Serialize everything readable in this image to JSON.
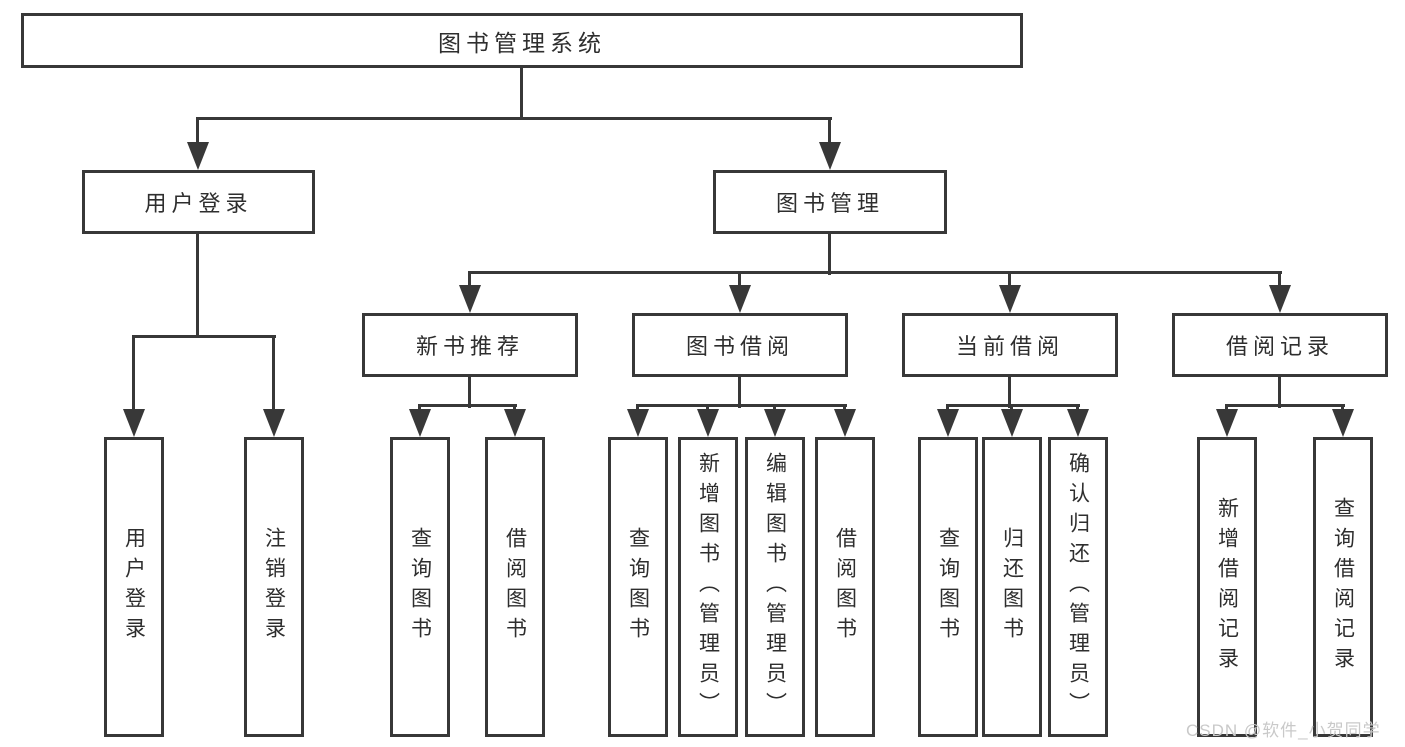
{
  "tree": {
    "root": "图书管理系统",
    "children": [
      {
        "label": "用户登录",
        "children": [
          {
            "label": "用户登录"
          },
          {
            "label": "注销登录"
          }
        ]
      },
      {
        "label": "图书管理",
        "children": [
          {
            "label": "新书推荐",
            "children": [
              {
                "label": "查询图书"
              },
              {
                "label": "借阅图书"
              }
            ]
          },
          {
            "label": "图书借阅",
            "children": [
              {
                "label": "查询图书"
              },
              {
                "label": "新增图书（管理员）"
              },
              {
                "label": "编辑图书（管理员）"
              },
              {
                "label": "借阅图书"
              }
            ]
          },
          {
            "label": "当前借阅",
            "children": [
              {
                "label": "查询图书"
              },
              {
                "label": "归还图书"
              },
              {
                "label": "确认归还（管理员）"
              }
            ]
          },
          {
            "label": "借阅记录",
            "children": [
              {
                "label": "新增借阅记录"
              },
              {
                "label": "查询借阅记录"
              }
            ]
          }
        ]
      }
    ]
  },
  "watermark": {
    "text": "CSDN @软件_小贺同学"
  },
  "colors": {
    "background": "#ffffff",
    "line": "#383838",
    "text": "#2e2e2e",
    "watermark": "#c9c9c9"
  }
}
